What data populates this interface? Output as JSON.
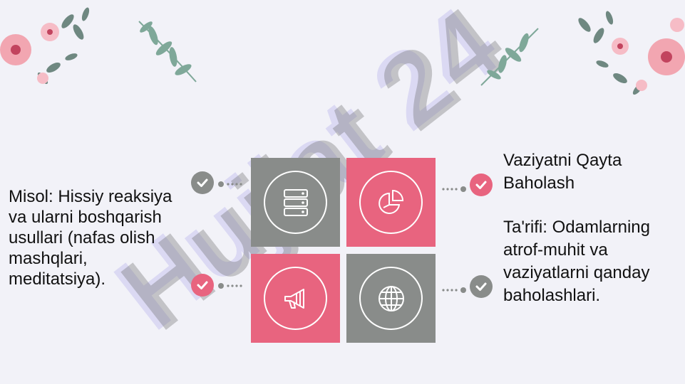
{
  "left_text": "Misol: Hissiy reaksiya va ularni boshqarish usullari (nafas olish mashqlari, meditatsiya).",
  "right_title": "Vaziyatni Qayta Baholash",
  "right_body": "Ta'rifi: Odamlarning atrof-muhit va vaziyatlarni qanday baholashlari.",
  "watermark_text": "Hujjat 24",
  "tiles": [
    {
      "icon": "server-icon",
      "color": "#898c8a"
    },
    {
      "icon": "pie-chart-icon",
      "color": "#e8647f"
    },
    {
      "icon": "megaphone-icon",
      "color": "#e8647f"
    },
    {
      "icon": "globe-icon",
      "color": "#898c8a"
    }
  ],
  "colors": {
    "pink": "#e8647f",
    "gray": "#898c8a",
    "background": "#f2f2f8",
    "watermark": "#c9c5ee"
  }
}
